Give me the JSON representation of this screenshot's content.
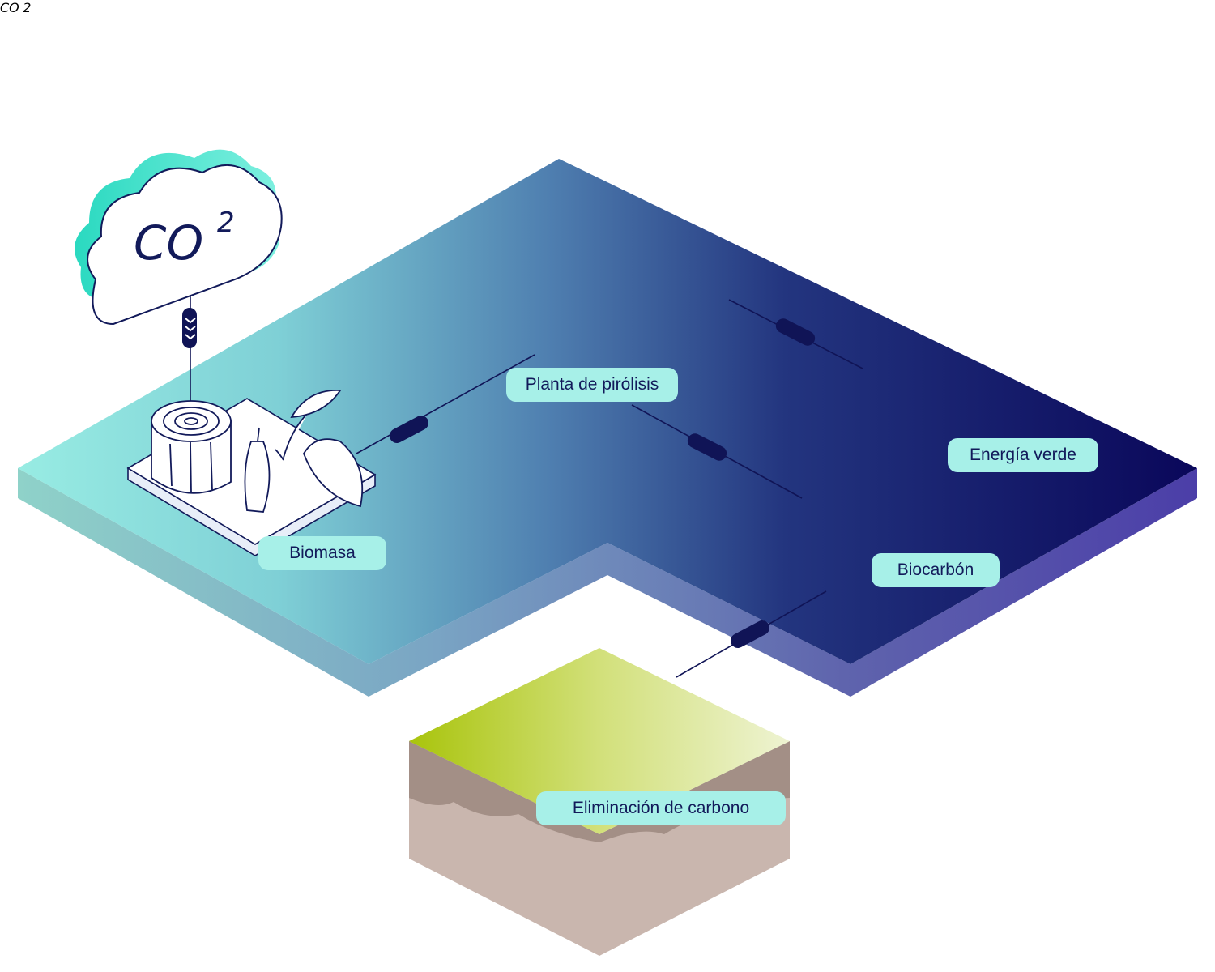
{
  "colors": {
    "navy": "#0e0c5c",
    "teal": "#8fe7df",
    "pill_bg": "#a7f0e8",
    "pill_text": "#121a5a",
    "line": "#101456",
    "cloud_teal": "#36e0c8",
    "grass": "#b3cc12",
    "soil": "#a69188"
  },
  "cloud": {
    "label_main": "CO",
    "label_sub": "2"
  },
  "lock": {
    "label_main": "CO",
    "label_sub": "2"
  },
  "nodes": {
    "pyrolysis": {
      "label": "Planta de pirólisis",
      "icon": "pyrolysis-plant-icon"
    },
    "biomass": {
      "label": "Biomasa",
      "icon": "biomass-stump-leaf-icon"
    },
    "energy": {
      "label": "Energía verde",
      "icon": "green-energy-leaf-bolt-icon"
    },
    "biochar": {
      "label": "Biocarbón",
      "icon": "biochar-pile-icon"
    },
    "carbon_removal": {
      "label": "Eliminación de carbono",
      "icon": "co2-lock-icon"
    }
  }
}
